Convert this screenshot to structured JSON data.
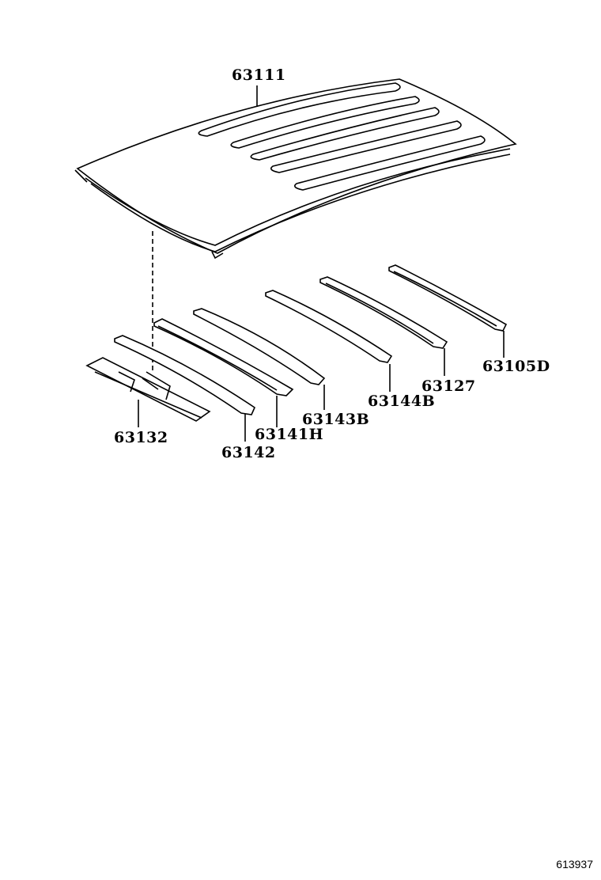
{
  "parts": [
    {
      "id": "roof-panel",
      "number": "63111"
    },
    {
      "id": "bracket",
      "number": "63132"
    },
    {
      "id": "bow-1",
      "number": "63142"
    },
    {
      "id": "bow-2",
      "number": "63141H"
    },
    {
      "id": "bow-3",
      "number": "63143B"
    },
    {
      "id": "bow-4",
      "number": "63144B"
    },
    {
      "id": "bow-5",
      "number": "63127"
    },
    {
      "id": "bow-6",
      "number": "63105D"
    }
  ],
  "diagram_code": "613937"
}
